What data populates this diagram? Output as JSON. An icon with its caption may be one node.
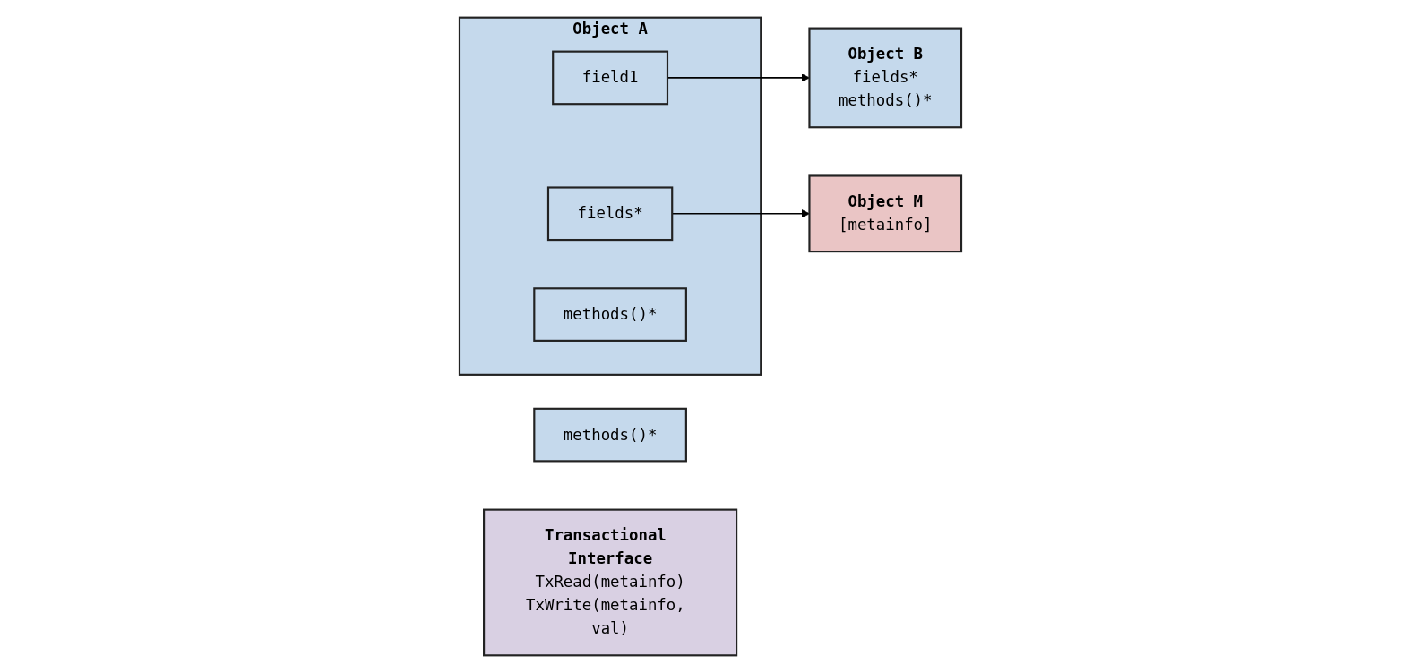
{
  "diagram": {
    "nodes": [
      {
        "text": [
          "Object A"
        ]
      },
      {
        "text": [
          "field1"
        ],
        "in": 0
      },
      {
        "text": [
          "fields*"
        ],
        "in": 0
      },
      {
        "text": [
          "methods()*"
        ],
        "in": 0
      },
      {
        "text": [
          "methods()*"
        ]
      },
      {
        "text": [
          "Object B",
          "fields*",
          "methods()*"
        ]
      },
      {
        "text": [
          "Object M",
          "[metainfo]"
        ]
      },
      {
        "text": [
          "Transactional Interface",
          "TxRead(metainfo)",
          "TxWrite(metainfo, val)"
        ]
      }
    ],
    "edges": [
      {
        "from": 1,
        "to": 5,
        "arrow": "to"
      },
      {
        "from": 2,
        "to": 6,
        "arrow": "to"
      }
    ]
  }
}
